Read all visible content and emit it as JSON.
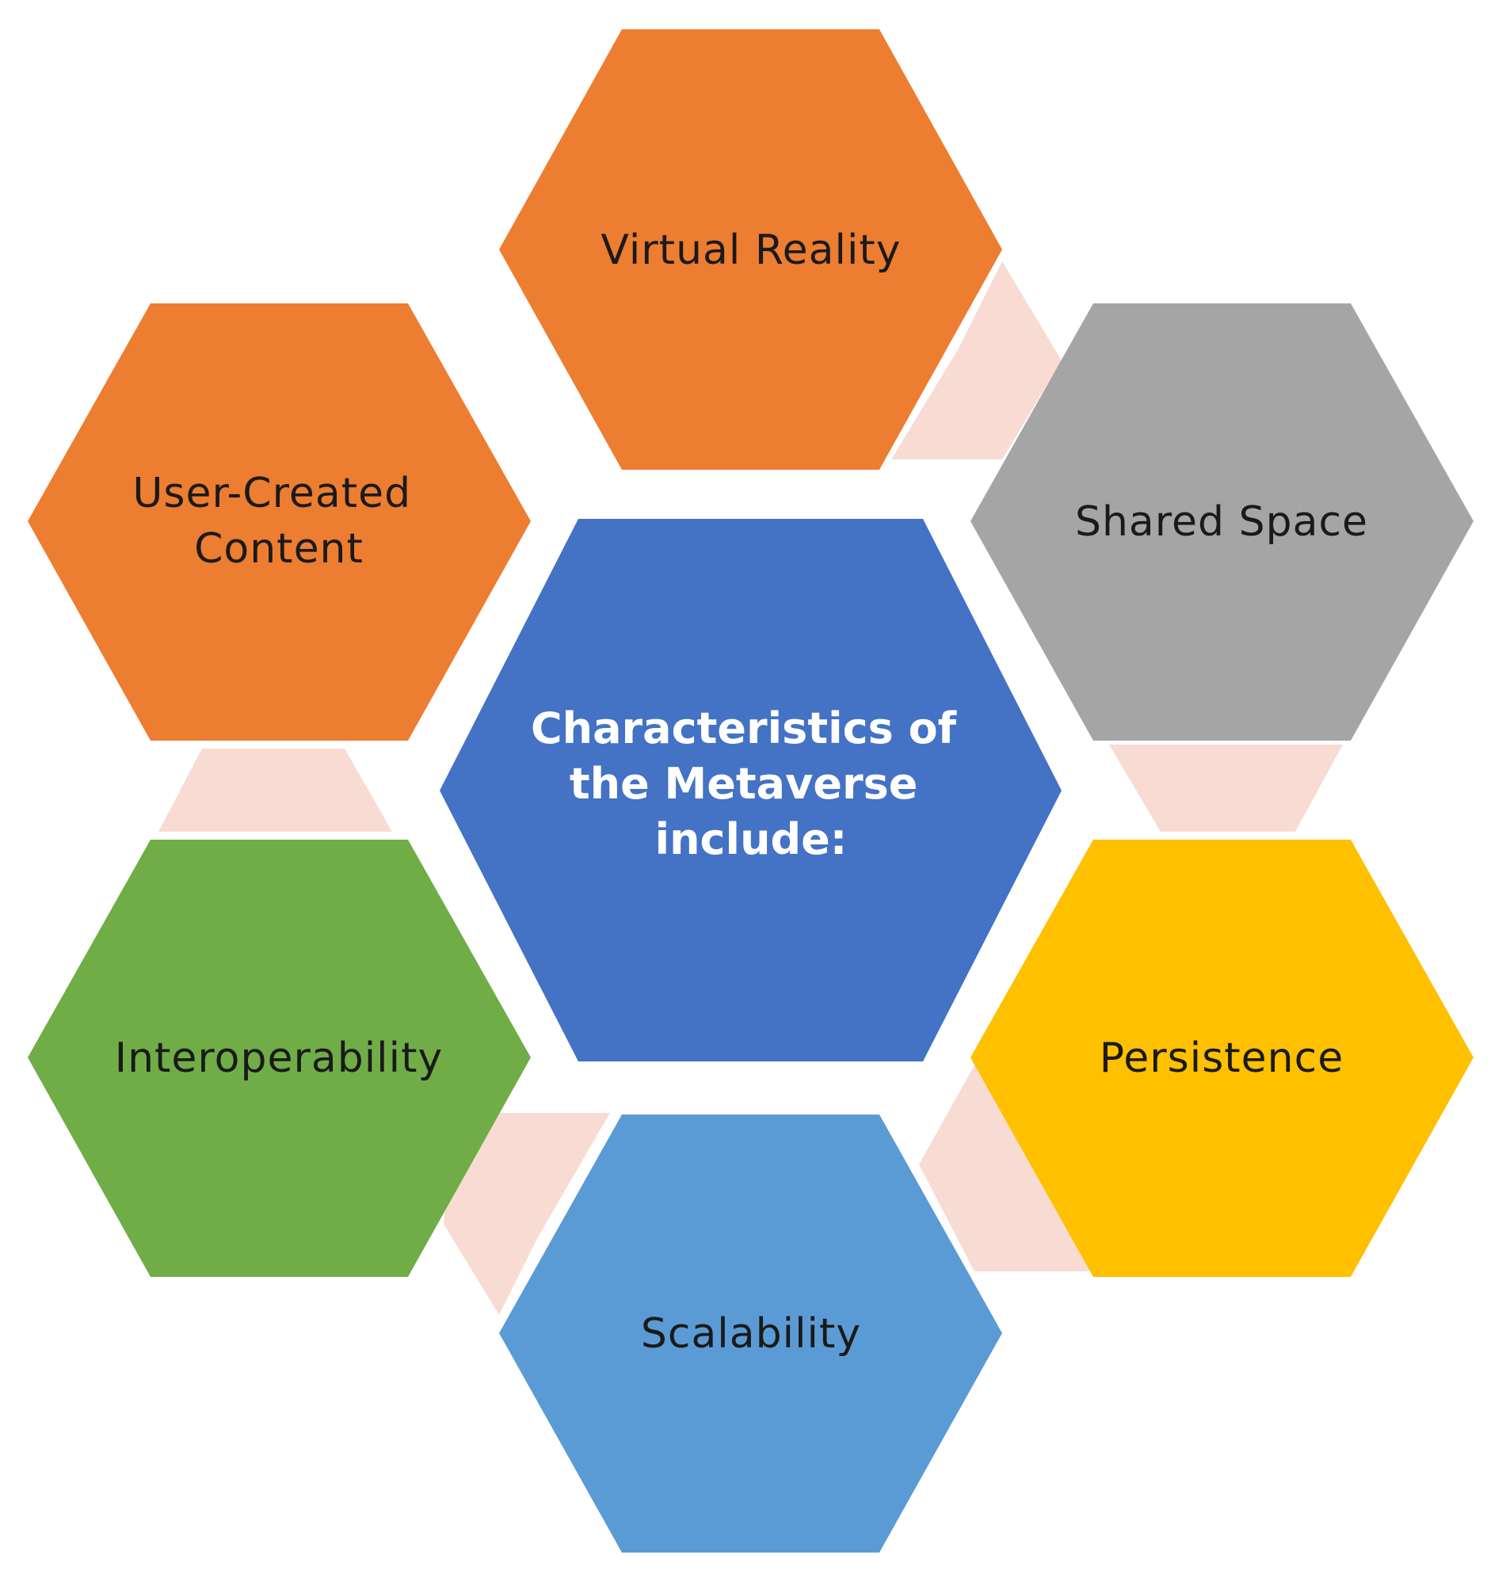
{
  "center": {
    "lines": [
      "Characteristics of",
      "the Metaverse",
      "include:"
    ],
    "fill": "#4472C4",
    "text_color": "#FFFFFF"
  },
  "items": [
    {
      "id": "virtual-reality",
      "lines": [
        "Virtual Reality"
      ],
      "fill": "#ED7D31"
    },
    {
      "id": "shared-space",
      "lines": [
        "Shared Space"
      ],
      "fill": "#A5A5A5"
    },
    {
      "id": "persistence",
      "lines": [
        "Persistence"
      ],
      "fill": "#FFC000"
    },
    {
      "id": "scalability",
      "lines": [
        "Scalability"
      ],
      "fill": "#5B9BD5"
    },
    {
      "id": "interoperability",
      "lines": [
        "Interoperability"
      ],
      "fill": "#70AD47"
    },
    {
      "id": "user-created-content",
      "lines": [
        "User-Created",
        "Content"
      ],
      "fill": "#ED7D31"
    }
  ],
  "colors": {
    "connector": "#F8DBD2",
    "item_text": "#1A1A1A",
    "background": "#FFFFFF"
  }
}
